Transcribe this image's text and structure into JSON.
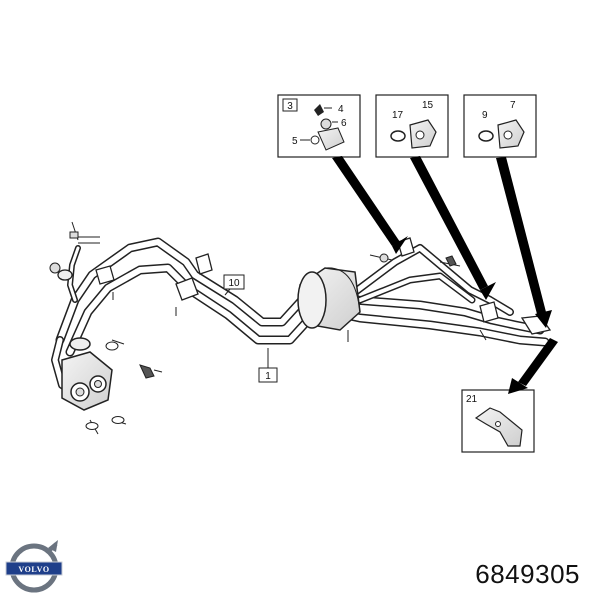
{
  "brand": {
    "logo_text": "VOLVO",
    "logo_colors": {
      "ring": "#6b7480",
      "band": "#1f3f8a"
    }
  },
  "part_number": "6849305",
  "callouts": {
    "main_tube": "1",
    "clip": "10",
    "detail_valve": {
      "box": "3",
      "labels": [
        "4",
        "6",
        "5"
      ]
    },
    "detail_fitting_a": {
      "labels": [
        "17",
        "15"
      ]
    },
    "detail_fitting_b": {
      "labels": [
        "9",
        "7"
      ]
    },
    "detail_bracket": {
      "box": "21"
    }
  },
  "colors": {
    "line": "#222222",
    "fill_light": "#e9e9e9",
    "arrow": "#000000"
  }
}
